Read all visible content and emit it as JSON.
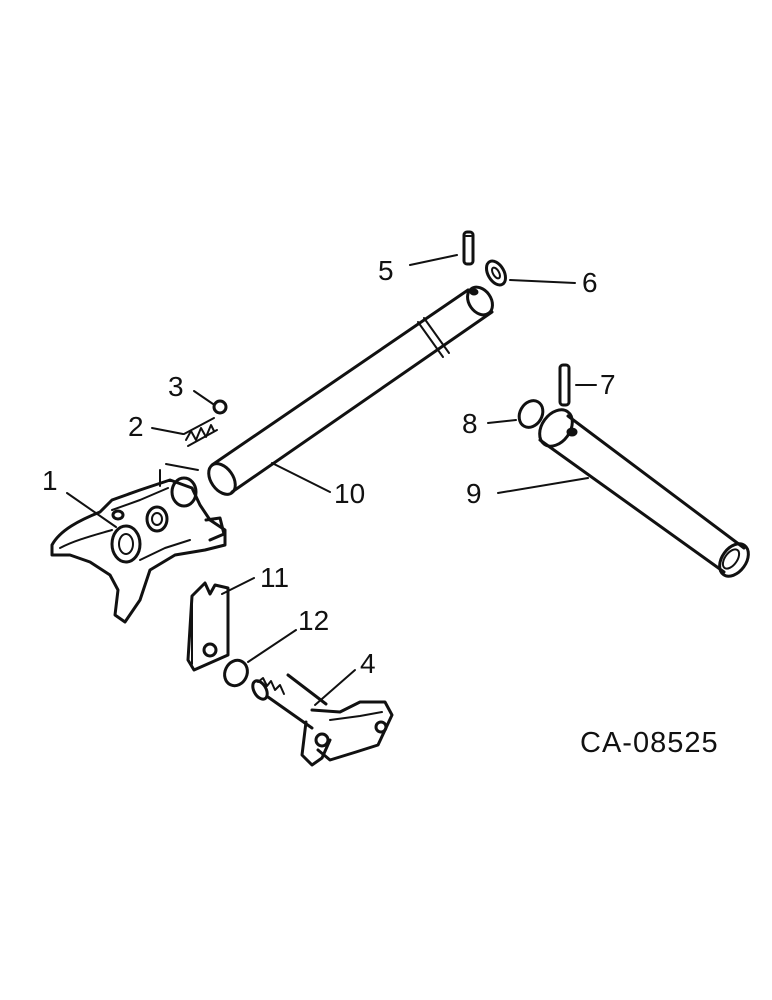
{
  "diagram": {
    "drawing_code": "CA-08525",
    "callouts": {
      "c1": "1",
      "c2": "2",
      "c3": "3",
      "c4": "4",
      "c5": "5",
      "c6": "6",
      "c7": "7",
      "c8": "8",
      "c9": "9",
      "c10": "10",
      "c11": "11",
      "c12": "12"
    }
  }
}
